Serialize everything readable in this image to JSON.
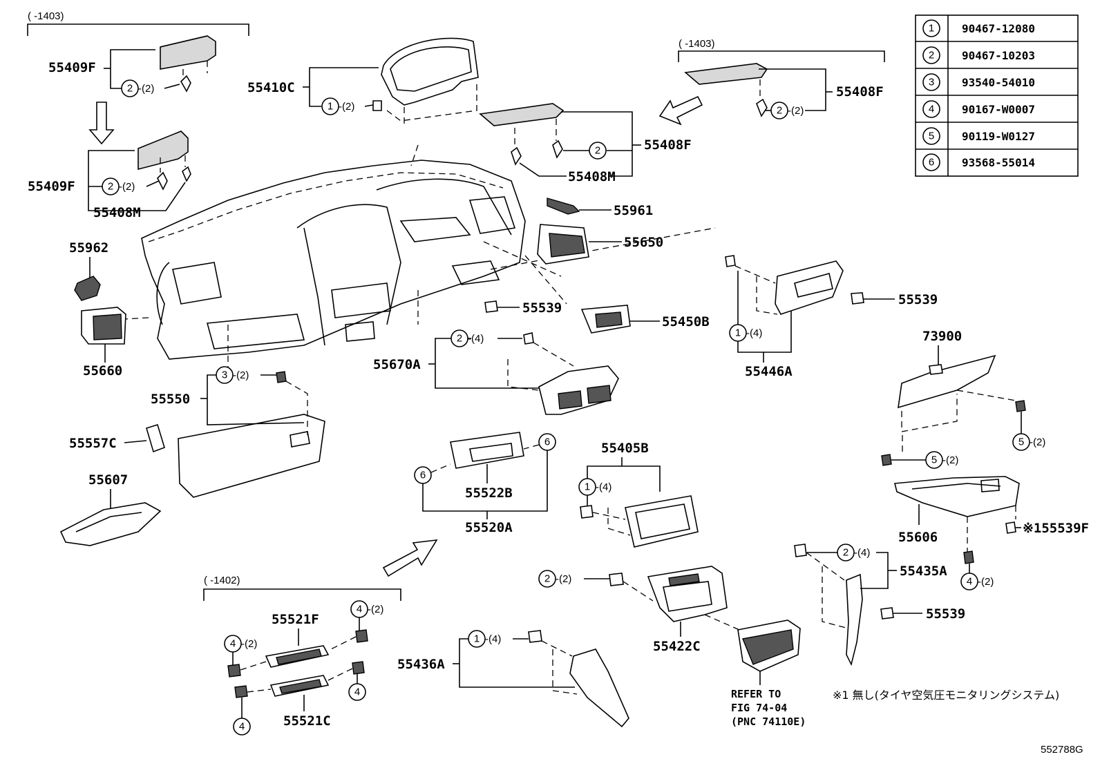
{
  "diagram_code": "552788G",
  "fastener_table": [
    {
      "num": "1",
      "part": "90467-12080"
    },
    {
      "num": "2",
      "part": "90467-10203"
    },
    {
      "num": "3",
      "part": "93540-54010"
    },
    {
      "num": "4",
      "part": "90167-W0007"
    },
    {
      "num": "5",
      "part": "90119-W0127"
    },
    {
      "num": "6",
      "part": "93568-55014"
    }
  ],
  "range_labels": {
    "top_left": "(     -1403)",
    "top_right": "(     -1403)",
    "bottom": "(     -1402)"
  },
  "parts": {
    "p55409F_a": "55409F",
    "p55409F_b": "55409F",
    "p55408M_a": "55408M",
    "p55410C": "55410C",
    "p55408F_a": "55408F",
    "p55408F_b": "55408F",
    "p55408M_b": "55408M",
    "p55961": "55961",
    "p55650": "55650",
    "p55962": "55962",
    "p55660": "55660",
    "p55539_a": "55539",
    "p55450B": "55450B",
    "p55539_b": "55539",
    "p55446A": "55446A",
    "p73900": "73900",
    "p55670A": "55670A",
    "p55550": "55550",
    "p55557C": "55557C",
    "p55607": "55607",
    "p55522B": "55522B",
    "p55520A": "55520A",
    "p55405B": "55405B",
    "p55606": "55606",
    "p55539F": "※155539F",
    "p55435A": "55435A",
    "p55539_c": "55539",
    "p55521F": "55521F",
    "p55521C": "55521C",
    "p55436A": "55436A",
    "p55422C": "55422C"
  },
  "qty": {
    "q2_2": "-(2)",
    "q2_4": "-(4)",
    "q1_2": "-(2)",
    "q1_4": "-(4)",
    "q3_2": "-(2)",
    "q4_2": "-(2)",
    "q5_2": "-(2)"
  },
  "refer": {
    "line1": "REFER TO",
    "line2": "FIG 74-04",
    "line3": "(PNC 74110E)"
  },
  "footnote": "※1 無し(タイヤ空気圧モニタリングシステム)"
}
